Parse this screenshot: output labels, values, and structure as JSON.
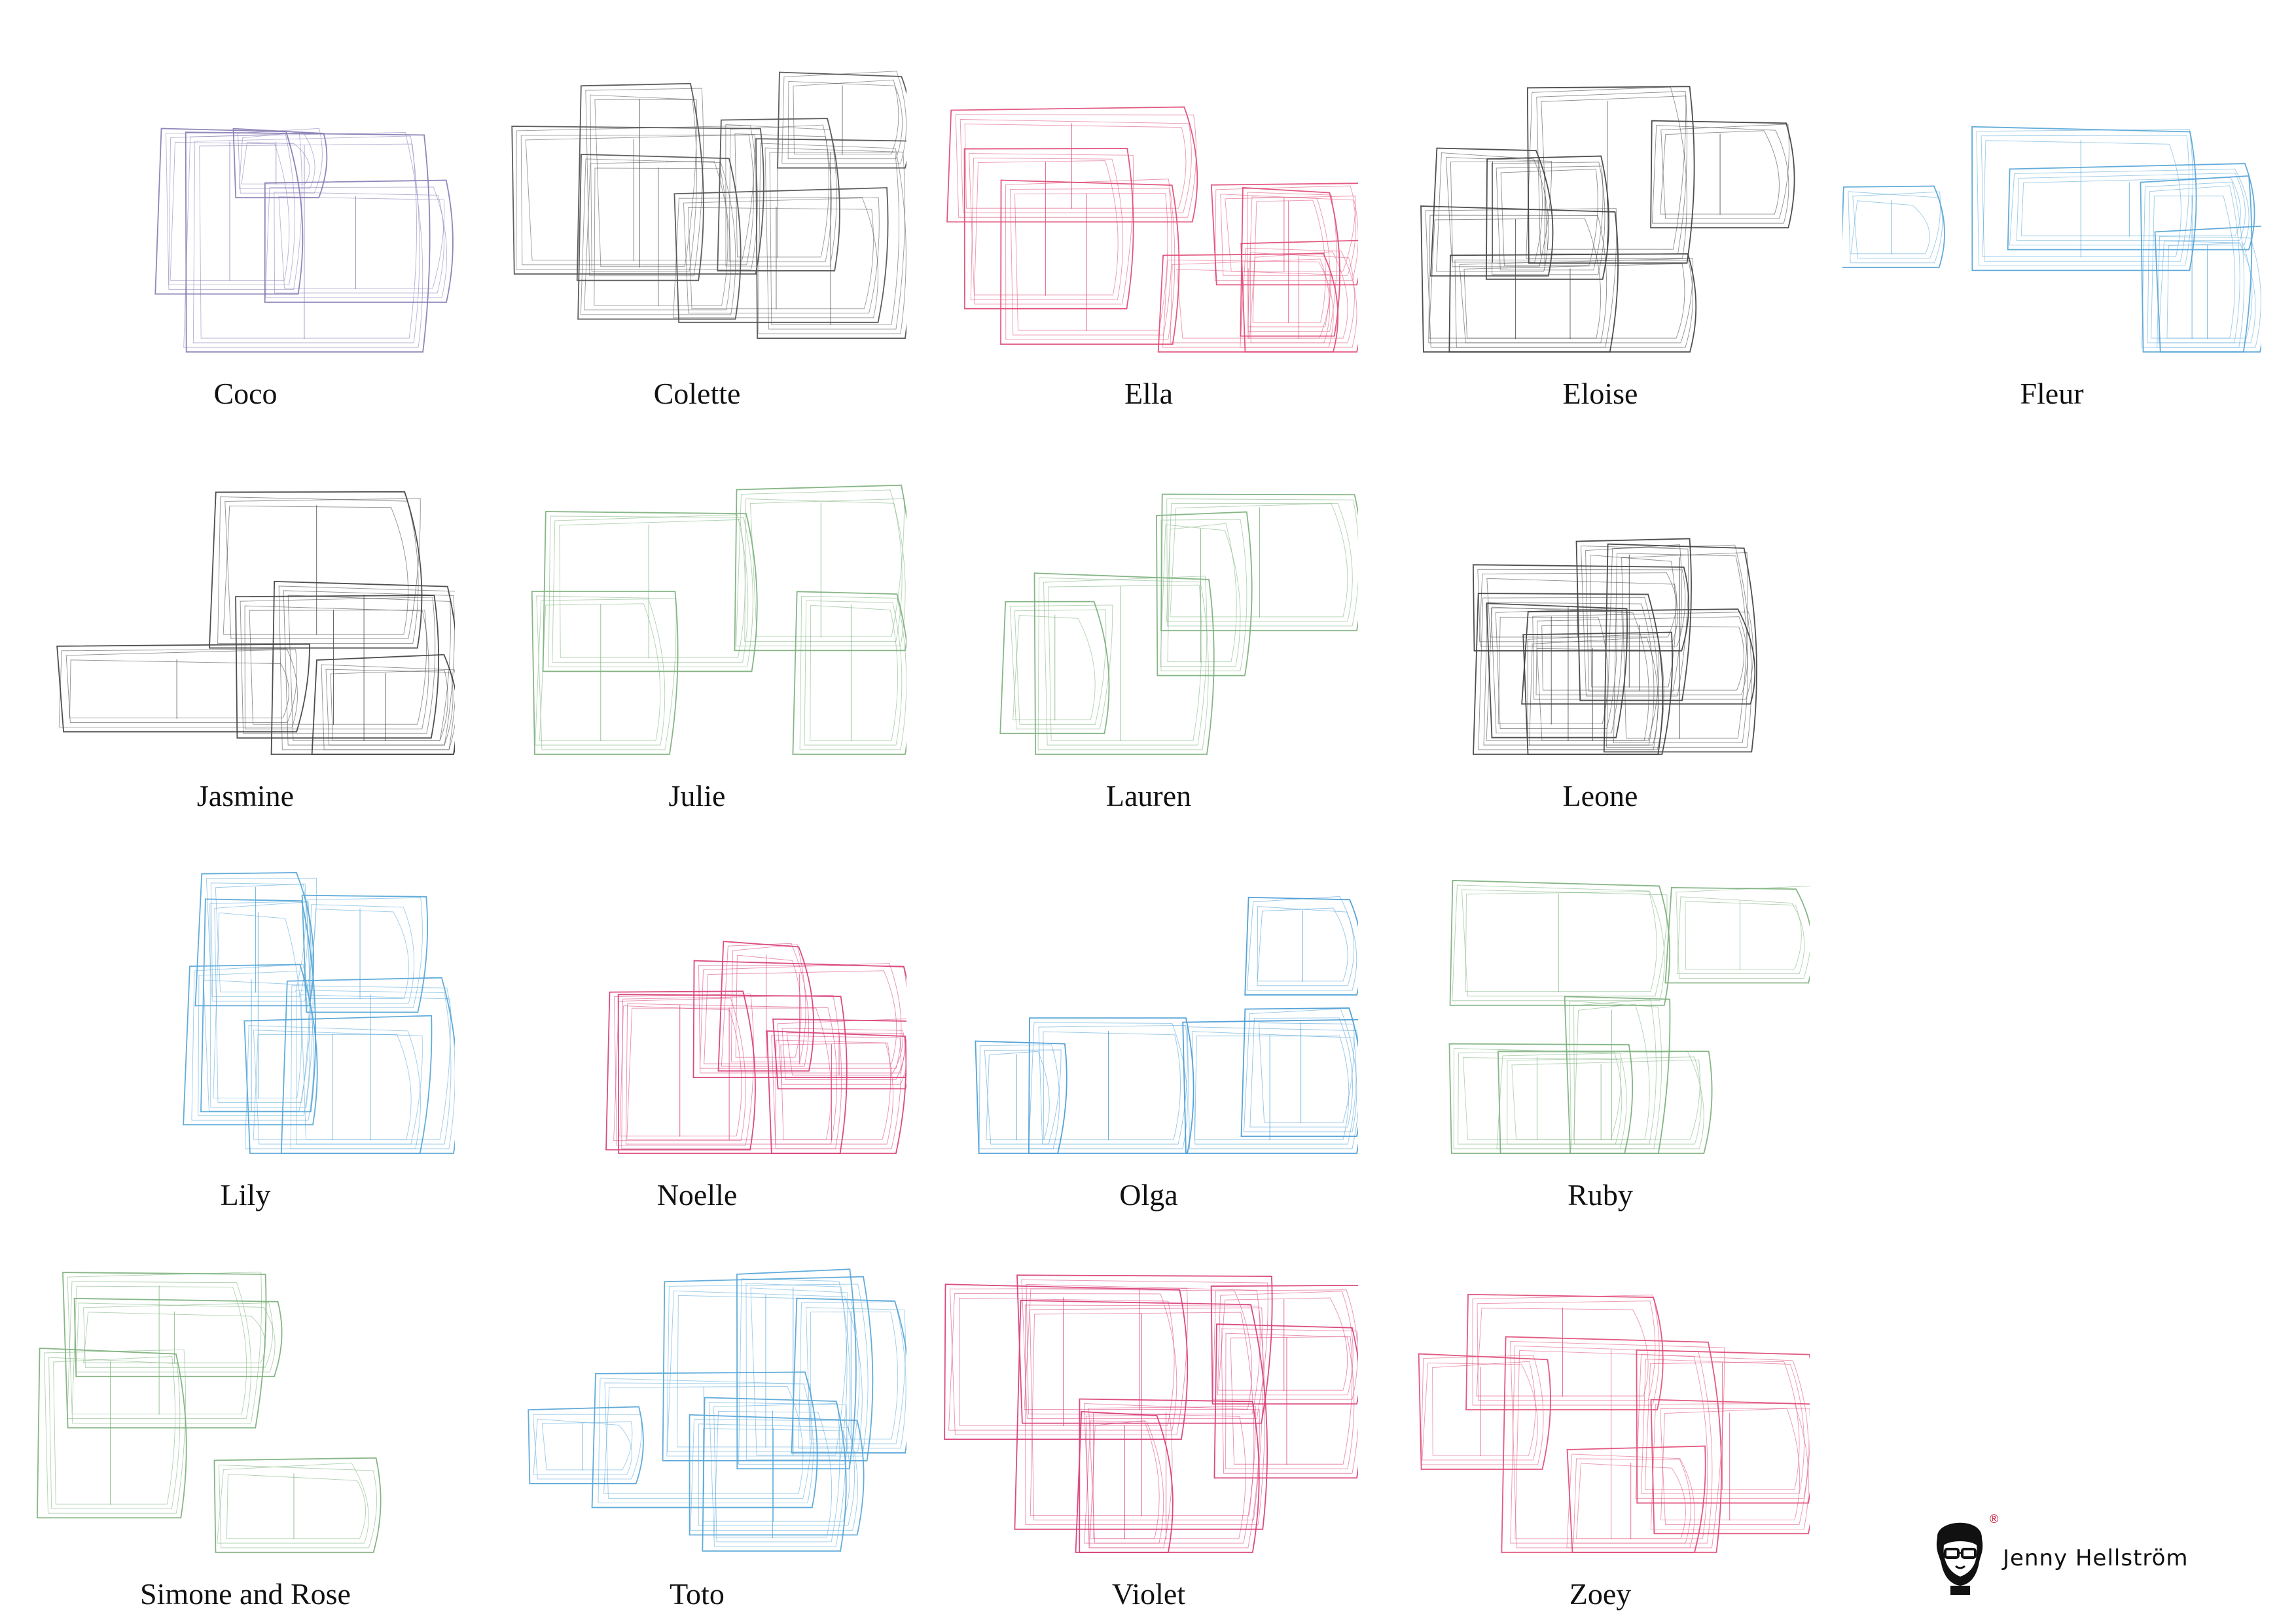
{
  "patterns": [
    {
      "name": "Coco",
      "color": "#8a7fb5"
    },
    {
      "name": "Colette",
      "color": "#555555"
    },
    {
      "name": "Ella",
      "color": "#e0507a"
    },
    {
      "name": "Eloise",
      "color": "#444444"
    },
    {
      "name": "Fleur",
      "color": "#5aa8d8"
    },
    {
      "name": "Jasmine",
      "color": "#444444"
    },
    {
      "name": "Julie",
      "color": "#7fb27f"
    },
    {
      "name": "Lauren",
      "color": "#7fb27f"
    },
    {
      "name": "Leone",
      "color": "#444444"
    },
    {
      "name": "Lily",
      "color": "#5aa8d8"
    },
    {
      "name": "Noelle",
      "color": "#d9417a"
    },
    {
      "name": "Olga",
      "color": "#4b9ed6"
    },
    {
      "name": "Ruby",
      "color": "#7fb27f"
    },
    {
      "name": "Simone and Rose",
      "color": "#7fb27f"
    },
    {
      "name": "Toto",
      "color": "#5aa8d8"
    },
    {
      "name": "Violet",
      "color": "#d9417a"
    },
    {
      "name": "Zoey",
      "color": "#e0507a"
    }
  ],
  "brand": {
    "name": "Jenny Hellström",
    "registered_mark": "®"
  }
}
